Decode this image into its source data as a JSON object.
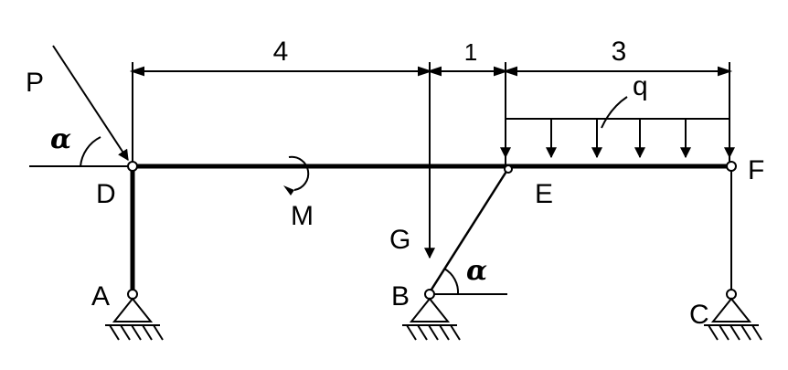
{
  "points": {
    "P": "P",
    "D": "D",
    "M": "M",
    "G": "G",
    "B": "B",
    "E": "E",
    "q": "q",
    "F": "F",
    "A": "A",
    "C": "C"
  },
  "angle_symbol": "α",
  "dimensions": {
    "d1": "4",
    "d2": "1",
    "d3": "3"
  }
}
